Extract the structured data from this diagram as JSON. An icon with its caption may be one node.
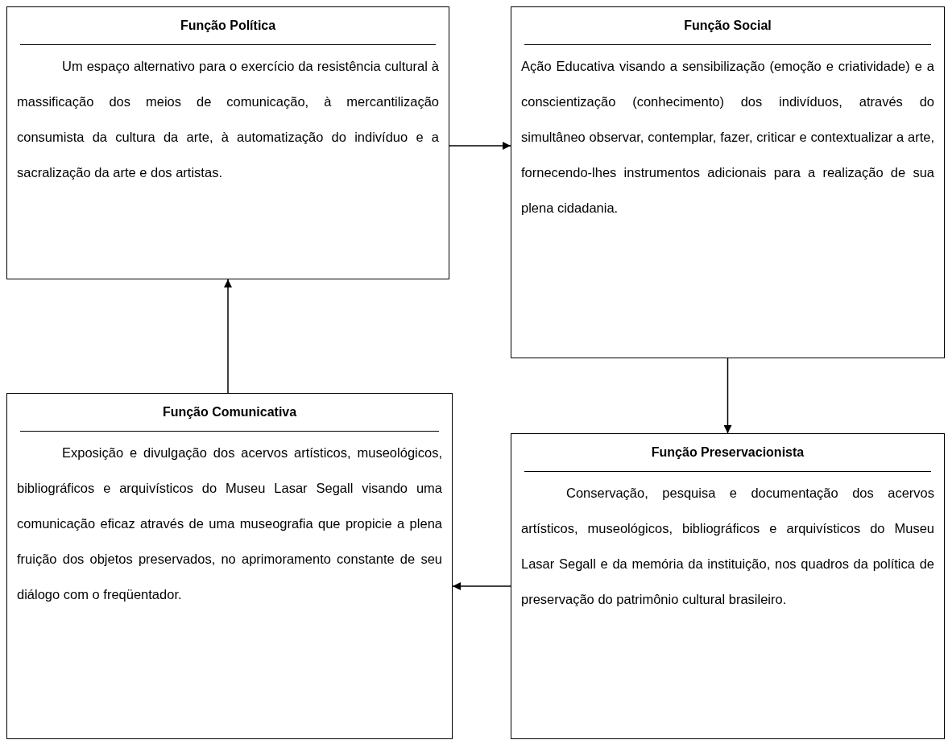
{
  "diagram": {
    "nodes": [
      {
        "text": [
          "Função Política",
          "Um espaço alternativo para o exercício da resistência cultural à massificação dos meios de comunicação, à mercantilização consumista da cultura da arte, à automatização do indivíduo e a sacralização da arte e dos artistas."
        ]
      },
      {
        "text": [
          "Função Social",
          "Ação Educativa visando a sensibilização (emoção e criatividade) e a conscientização (conhecimento) dos indivíduos, através do simultâneo observar, contemplar, fazer, criticar e contextualizar a arte, fornecendo-lhes instrumentos adicionais para a realização de sua plena cidadania."
        ]
      },
      {
        "text": [
          "Função Comunicativa",
          "Exposição e divulgação dos acervos artísticos, museológicos, bibliográficos e arquivísticos do Museu Lasar Segall visando uma comunicação eficaz através de uma museografia que propicie a plena fruição dos objetos preservados, no aprimoramento constante de seu diálogo com o freqüentador."
        ]
      },
      {
        "text": [
          "Função Preservacionista",
          "Conservação, pesquisa e documentação dos acervos artísticos, museológicos, bibliográficos e arquivísticos do Museu Lasar Segall e da memória da instituição, nos quadros da política de preservação do patrimônio cultural brasileiro."
        ]
      }
    ],
    "edges": [
      {
        "from": 0,
        "to": 1,
        "arrow": "to"
      },
      {
        "from": 1,
        "to": 3,
        "arrow": "to"
      },
      {
        "from": 3,
        "to": 2,
        "arrow": "to"
      },
      {
        "from": 2,
        "to": 0,
        "arrow": "to"
      }
    ]
  }
}
